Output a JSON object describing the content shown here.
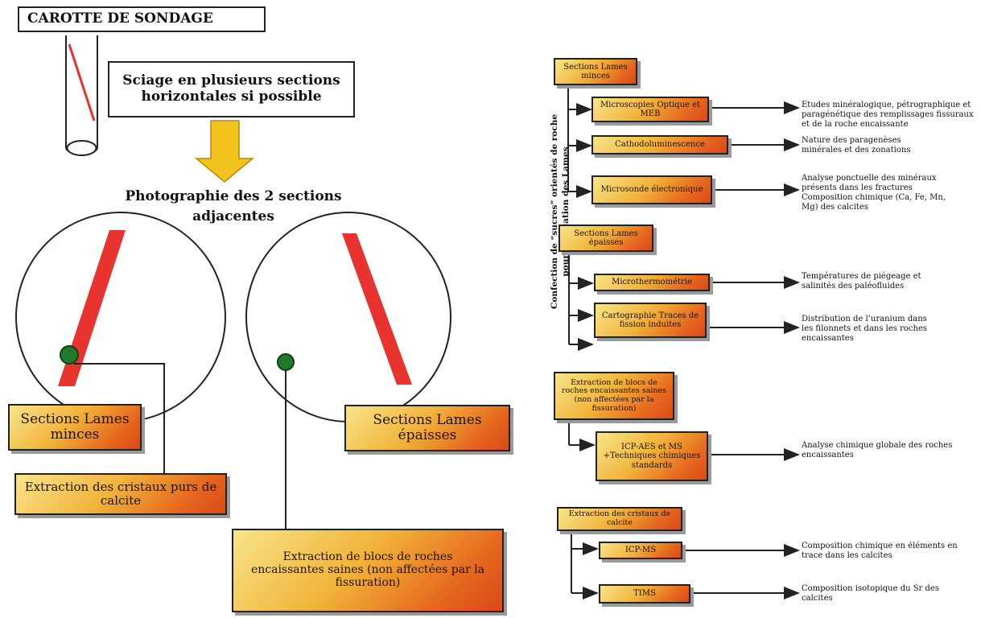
{
  "left": {
    "title": "CAROTTE DE SONDAGE",
    "sawing_box": "Sciage en plusieurs sections horizontales si possible",
    "photo_caption": "Photographie des 2 sections adjacentes",
    "section_thin": "Sections Lames minces",
    "section_thick": "Sections Lames épaisses",
    "extraction_crystals": "Extraction des cristaux purs de calcite",
    "extraction_blocks": "Extraction de blocs de roches encaissantes saines (non affectées par la fissuration)"
  },
  "right": {
    "vertical_label": "Confection de “sucres” orientés de roche pour fabrication des Lames",
    "group1": {
      "title": "Sections Lames minces",
      "methods": [
        {
          "label": "Microscopies Optique et MEB",
          "result": "Etudes minéralogique, pétrographique et paragénétique des remplissages fissuraux et de la roche encaissante"
        },
        {
          "label": "Cathodoluminescence",
          "result": "Nature des paragenèses minérales et des zonations"
        },
        {
          "label": "Microsonde électronique",
          "result": "Analyse ponctuelle des minéraux présents dans les fractures Composition chimique (Ca, Fe, Mn, Mg) des calcites"
        }
      ]
    },
    "group2": {
      "title": "Sections Lames épaisses",
      "methods": [
        {
          "label": "Microthermométrie",
          "result": "Températures de piégeage et salinités des paléofluides"
        },
        {
          "label": "Cartographie Traces de fission induites",
          "result": "Distribution de l’uranium dans les filonnets et dans les roches encaissantes"
        }
      ]
    },
    "group3": {
      "title": "Extraction de blocs de roches encaissantes saines (non affectées par la fissuration)",
      "methods": [
        {
          "label": "ICP-AES et MS +Techniques chimiques standards",
          "result": "Analyse chimique globale des roches encaissantes"
        }
      ]
    },
    "group4": {
      "title": "Extraction des cristaux de calcite",
      "methods": [
        {
          "label": "ICP-MS",
          "result": "Composition chimique en éléments en trace dans les calcites"
        },
        {
          "label": "TIMS",
          "result": "Composition isotopique du Sr des calcites"
        }
      ]
    }
  },
  "colors": {
    "vein_red": "#e8332f",
    "spot_green": "#1f7a2a",
    "arrow_yellow": "#f2c31c",
    "box_gradient_start": "#f8e58a",
    "box_gradient_end": "#d94a17"
  }
}
